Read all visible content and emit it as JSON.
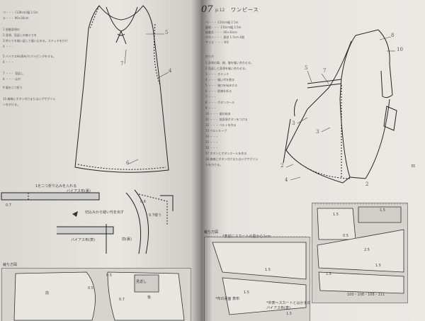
{
  "left_page": {
    "margin_text": [
      "ペ・・・ (128cm)幅 2.5m",
      "②・・・ 90×30cm",
      "",
      "1 前後身頃の",
      "2 身頃、見返しの肩ぐりを",
      "3 衿ぐりを縫い返して縫い止める。ステッチをかけ",
      "4 ・・・",
      "5 バイアス布(表布)でパイピングをする。",
      "6 ・・・",
      "7 ・・・ 見返し",
      "8 ・・・ はか",
      "9 裾を二つ折り",
      "10 肩線にボタン付けまたはジグザグミシ",
      "ンをかける。"
    ],
    "dress_numbers": [
      "5",
      "7",
      "4",
      "6"
    ],
    "detail_labels": {
      "fold_note": "1を二つ折り込みを入れる",
      "bias_top": "バイアス布(裏)",
      "seam_allow": "0.7",
      "bias_bottom": "バイアス布(表)",
      "cut_note": "切込みから縫い代を出す",
      "front_label": "前(裏)",
      "measure_a": "0.7縫う",
      "measure_b": "0.6"
    },
    "layout_header": "裁ち方図",
    "layout_labels": [
      "前",
      "0.5",
      "0.5",
      "後",
      "0.7",
      "見返し"
    ]
  },
  "right_page": {
    "pattern_number": "07",
    "page_ref": "p.12",
    "pattern_title": "ワンピース",
    "spec_text": [
      "ペ・・・ 110cm幅 2.5m",
      "裏地・・・ 110cm幅 2.5m",
      "接着芯・・・ 90×30cm",
      "ボタン・・・ 直径 1.5cm 4個",
      "サイズ ・・・ 8号",
      "",
      "作り方",
      "1 身頃の肩、袖、脇を縫い合わせる。",
      "2 見返しと身頃を縫い合わせる。",
      "3 ・・・ ステッチ",
      "4 ・・・ 縫い代を割る",
      "5 ・・・ 袖口を始末する",
      "6 ・・・ 前端を折る",
      "7 ・・・",
      "8 ・・・ ボタンホール",
      "9 ・・・",
      "10 ・・・ 裾の始末",
      "11 ・・・ 前身頃ボタンをつける",
      "12 ・・・ ベルトを作る",
      "13 ベルトループ",
      "14 ・・・",
      "15 ・・・",
      "16 ・・・",
      "17 ボタンとボタンホールを作る",
      "18 肩線にボタン付けまたはジグザグミシ",
      "ンをかける。"
    ],
    "coat_numbers": [
      "8",
      "10",
      "7",
      "5",
      "3",
      "3",
      "2",
      "4",
      "2"
    ],
    "layout_header": "裁ち方図",
    "top_dim": "*表前にスカートの脇から1cm",
    "layout_labels": [
      "1.5",
      "1.5",
      "1.5",
      "1.5",
      "0.5",
      "2.5",
      "1.5",
      "1.5",
      "1.5"
    ],
    "bottom_note_left": "*布の裏面 表布",
    "bottom_note_right": "*中表～スカートとはかまの",
    "bottom_note_right2": "バイアス布(表)",
    "size_row": "100・108・108・111",
    "page_corner": "35"
  }
}
